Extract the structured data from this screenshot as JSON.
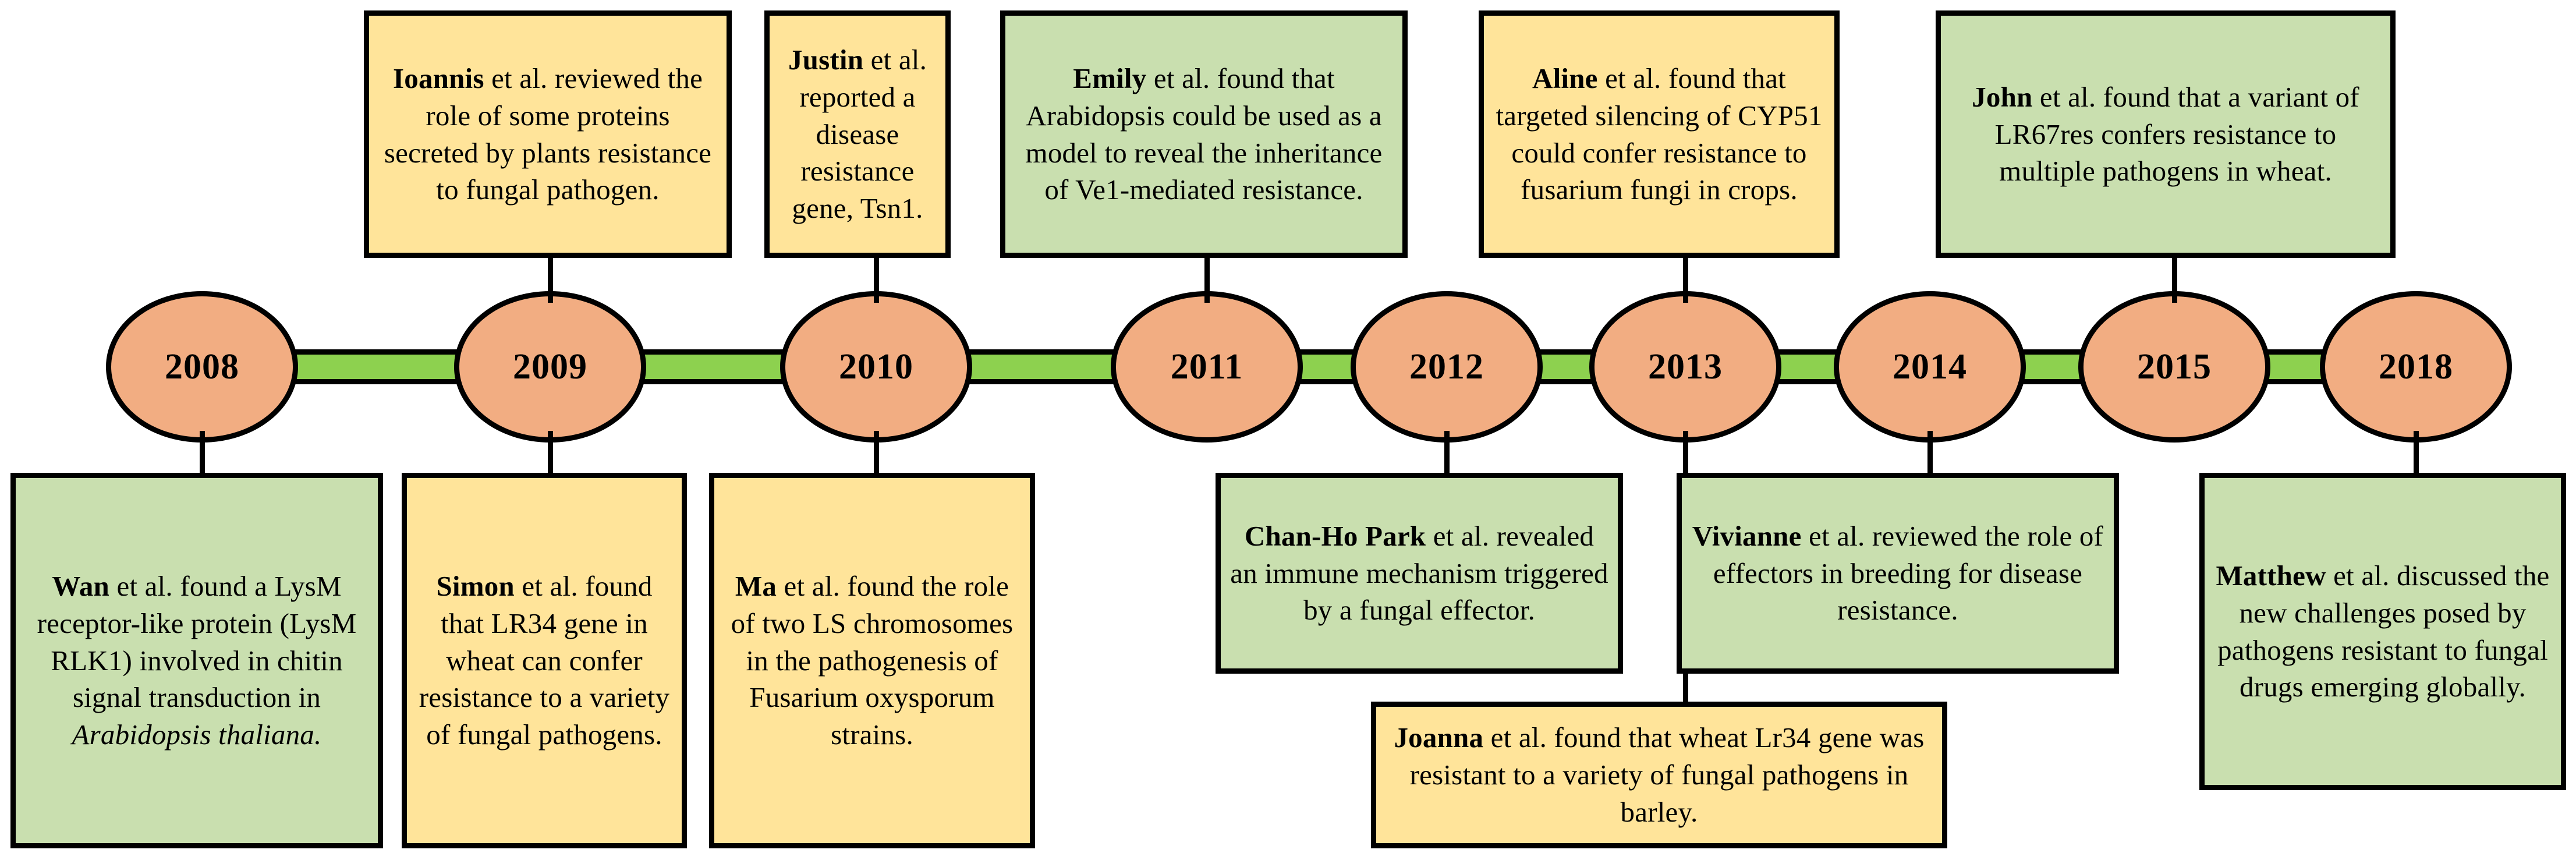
{
  "figure": {
    "kind": "research-timeline",
    "colors": {
      "node_fill": "#F2AD82",
      "rail_fill": "#8DD14F",
      "yellow_box": "#FFE49A",
      "green_box": "#C9DFAF",
      "outline": "#000000"
    }
  },
  "timeline": {
    "nodes": [
      {
        "year": "2008"
      },
      {
        "year": "2009"
      },
      {
        "year": "2010"
      },
      {
        "year": "2011"
      },
      {
        "year": "2012"
      },
      {
        "year": "2013"
      },
      {
        "year": "2014"
      },
      {
        "year": "2015"
      },
      {
        "year": "2018"
      }
    ]
  },
  "notes_above": [
    {
      "id": "ioannis",
      "year": "2009",
      "color": "yellow",
      "author": "Ioannis",
      "rest": " et al. reviewed the role of some proteins secreted by plants resistance to fungal pathogen.",
      "full_text": "Ioannis et al. reviewed the role of some proteins secreted by plants resistance to fungal pathogen."
    },
    {
      "id": "justin",
      "year": "2010",
      "color": "yellow",
      "author": "Justin",
      "rest": " et al. reported a disease resistance gene, Tsn1.",
      "full_text": "Justin et al. reported a disease resistance gene, Tsn1."
    },
    {
      "id": "emily",
      "year": "2011",
      "color": "green",
      "author": "Emily",
      "rest": " et al. found that Arabidopsis could be used as a model to reveal the inheritance of Ve1-mediated resistance.",
      "full_text": "Emily et al. found that Arabidopsis could be used as a model to reveal the inheritance of Ve1-mediated resistance."
    },
    {
      "id": "aline",
      "year": "2013",
      "color": "yellow",
      "author": "Aline",
      "rest": " et al. found that targeted silencing of CYP51 could confer resistance to fusarium fungi in crops.",
      "full_text": "Aline et al. found that targeted silencing of CYP51 could confer resistance to fusarium fungi in crops."
    },
    {
      "id": "john",
      "year": "2015",
      "color": "green",
      "author": "John",
      "rest": " et al. found that a variant of LR67res confers resistance to multiple pathogens in wheat.",
      "full_text": "John et al. found that a variant of LR67res confers resistance to multiple pathogens in wheat."
    }
  ],
  "notes_below": [
    {
      "id": "wan",
      "year": "2008",
      "color": "green",
      "author": "Wan",
      "rest": " et al. found a LysM receptor-like protein (LysM RLK1) involved in chitin signal transduction in ",
      "italic_tail": "Arabidopsis thaliana.",
      "full_text": "Wan et al. found a LysM receptor-like protein (LysM RLK1) involved in chitin signal transduction in Arabidopsis thaliana."
    },
    {
      "id": "simon",
      "year": "2009",
      "color": "yellow",
      "author": "Simon",
      "rest": " et al. found that LR34 gene in wheat can confer resistance to a variety of fungal pathogens.",
      "full_text": "Simon et al. found that LR34 gene in wheat can confer resistance to a variety of fungal pathogens."
    },
    {
      "id": "ma",
      "year": "2010",
      "color": "yellow",
      "author": "Ma",
      "rest": " et al. found the role of two LS chromosomes in the pathogenesis of Fusarium oxysporum strains.",
      "full_text": "Ma et al. found the role of two LS chromosomes in the pathogenesis of Fusarium oxysporum strains."
    },
    {
      "id": "chanho",
      "year": "2012",
      "color": "green",
      "author": "Chan-Ho Park",
      "rest": " et al. revealed an immune mechanism triggered by a fungal effector.",
      "full_text": "Chan-Ho Park et al. revealed an immune mechanism triggered by a fungal effector."
    },
    {
      "id": "vivianne",
      "year": "2014",
      "color": "green",
      "author": "Vivianne",
      "rest": " et al. reviewed the role of effectors in breeding for disease resistance.",
      "full_text": "Vivianne et al. reviewed the role of effectors in breeding for disease resistance."
    },
    {
      "id": "matthew",
      "year": "2018",
      "color": "green",
      "author": "Matthew",
      "rest": " et al. discussed the new challenges posed by pathogens resistant to fungal drugs emerging globally.",
      "full_text": "Matthew et al. discussed the new challenges posed by pathogens resistant to fungal drugs emerging globally."
    },
    {
      "id": "joanna",
      "year": "2013",
      "color": "yellow",
      "author": "Joanna",
      "rest": " et al. found that wheat Lr34 gene was resistant to a variety of fungal pathogens in barley.",
      "full_text": "Joanna et al. found that wheat Lr34 gene was resistant to a variety of fungal pathogens in barley."
    }
  ]
}
